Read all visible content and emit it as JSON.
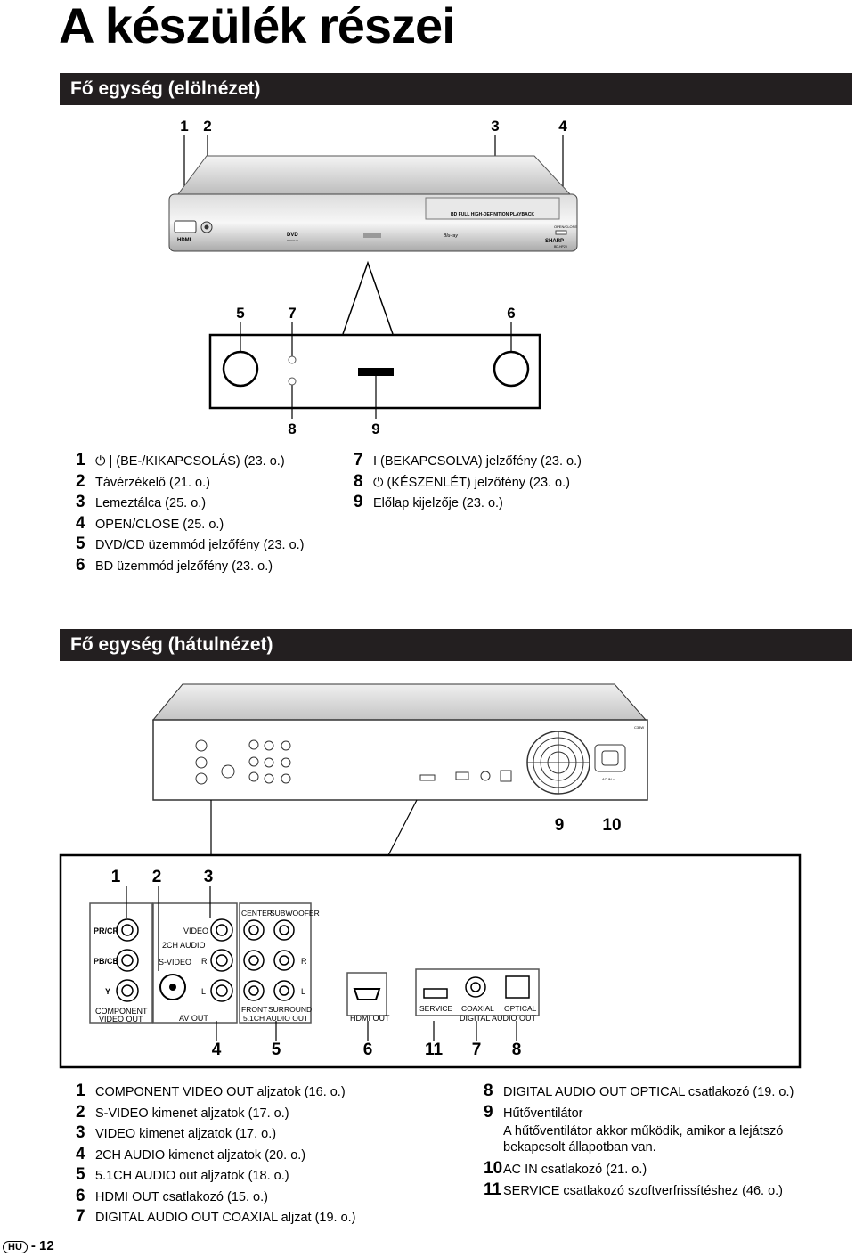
{
  "page_title": "A készülék részei",
  "sections": {
    "front_title": "Fő egység (elölnézet)",
    "rear_title": "Fő egység (hátulnézet)"
  },
  "front": {
    "device_labels": {
      "bd_text": "BD FULL HIGH-DEFINITION PLAYBACK",
      "brand": "SHARP",
      "model": "BD-HP20",
      "open_close": "OPEN/CLOSE",
      "hdmi": "HDMI",
      "dvd": "DVD",
      "video_sub": "V I D E O",
      "bluray": "Blu-ray"
    },
    "callouts": [
      "1",
      "2",
      "3",
      "4",
      "5",
      "7",
      "6",
      "8",
      "9"
    ],
    "legend_left": [
      {
        "num": "1",
        "text": "⏻ | (BE-/KIKAPCSOLÁS) (23. o.)"
      },
      {
        "num": "2",
        "text": "Távérzékelő (21. o.)"
      },
      {
        "num": "3",
        "text": "Lemeztálca (25. o.)"
      },
      {
        "num": "4",
        "text": "OPEN/CLOSE (25. o.)"
      },
      {
        "num": "5",
        "text": "DVD/CD üzemmód jelzőfény (23. o.)"
      },
      {
        "num": "6",
        "text": "BD üzemmód jelzőfény (23. o.)"
      }
    ],
    "legend_right": [
      {
        "num": "7",
        "text": "I (BEKAPCSOLVA) jelzőfény (23. o.)"
      },
      {
        "num": "8",
        "text": "⏻ (KÉSZENLÉT) jelzőfény (23. o.)"
      },
      {
        "num": "9",
        "text": "Előlap kijelzője (23. o.)"
      }
    ]
  },
  "rear": {
    "panel_labels": {
      "pr_cr": "PR/CR",
      "pb_cb": "PB/CB",
      "y": "Y",
      "component_1": "COMPONENT",
      "component_2": "VIDEO OUT",
      "video": "VIDEO",
      "ch2_audio": "2CH AUDIO",
      "s_video": "S-VIDEO",
      "r": "R",
      "l": "L",
      "av_out": "AV OUT",
      "center": "CENTER",
      "subwoofer": "SUBWOOFER",
      "front": "FRONT",
      "surround": "SURROUND",
      "ch51": "5.1CH AUDIO OUT",
      "hdmi_out": "HDMI OUT",
      "service": "SERVICE",
      "coaxial": "COAXIAL",
      "optical": "OPTICAL",
      "digital_audio_out": "DIGITAL AUDIO OUT",
      "ac_in": "AC IN ~",
      "code": "C33W"
    },
    "callouts": {
      "top": [
        "9",
        "10"
      ],
      "upper": [
        "1",
        "2",
        "3"
      ],
      "lower": [
        "4",
        "5",
        "6",
        "11",
        "7",
        "8"
      ]
    },
    "legend_left": [
      {
        "num": "1",
        "text": "COMPONENT VIDEO OUT aljzatok (16. o.)"
      },
      {
        "num": "2",
        "text": "S-VIDEO kimenet aljzatok (17. o.)"
      },
      {
        "num": "3",
        "text": "VIDEO kimenet aljzatok (17. o.)"
      },
      {
        "num": "4",
        "text": "2CH AUDIO kimenet aljzatok (20. o.)"
      },
      {
        "num": "5",
        "text": "5.1CH AUDIO out aljzatok (18. o.)"
      },
      {
        "num": "6",
        "text": "HDMI OUT csatlakozó (15. o.)"
      },
      {
        "num": "7",
        "text": "DIGITAL AUDIO OUT COAXIAL aljzat (19. o.)"
      }
    ],
    "legend_right": [
      {
        "num": "8",
        "text": "DIGITAL AUDIO OUT OPTICAL csatlakozó (19. o.)"
      },
      {
        "num": "9",
        "text": "Hűtőventilátor"
      },
      {
        "num": "10",
        "text": "AC IN csatlakozó (21. o.)"
      },
      {
        "num": "11",
        "text": "SERVICE csatlakozó szoftverfrissítéshez (46. o.)"
      }
    ],
    "fan_note": "A hűtőventilátor akkor működik, amikor a lejátszó bekapcsolt állapotban van."
  },
  "footer": {
    "lang_badge": "HU",
    "page": "- 12"
  }
}
